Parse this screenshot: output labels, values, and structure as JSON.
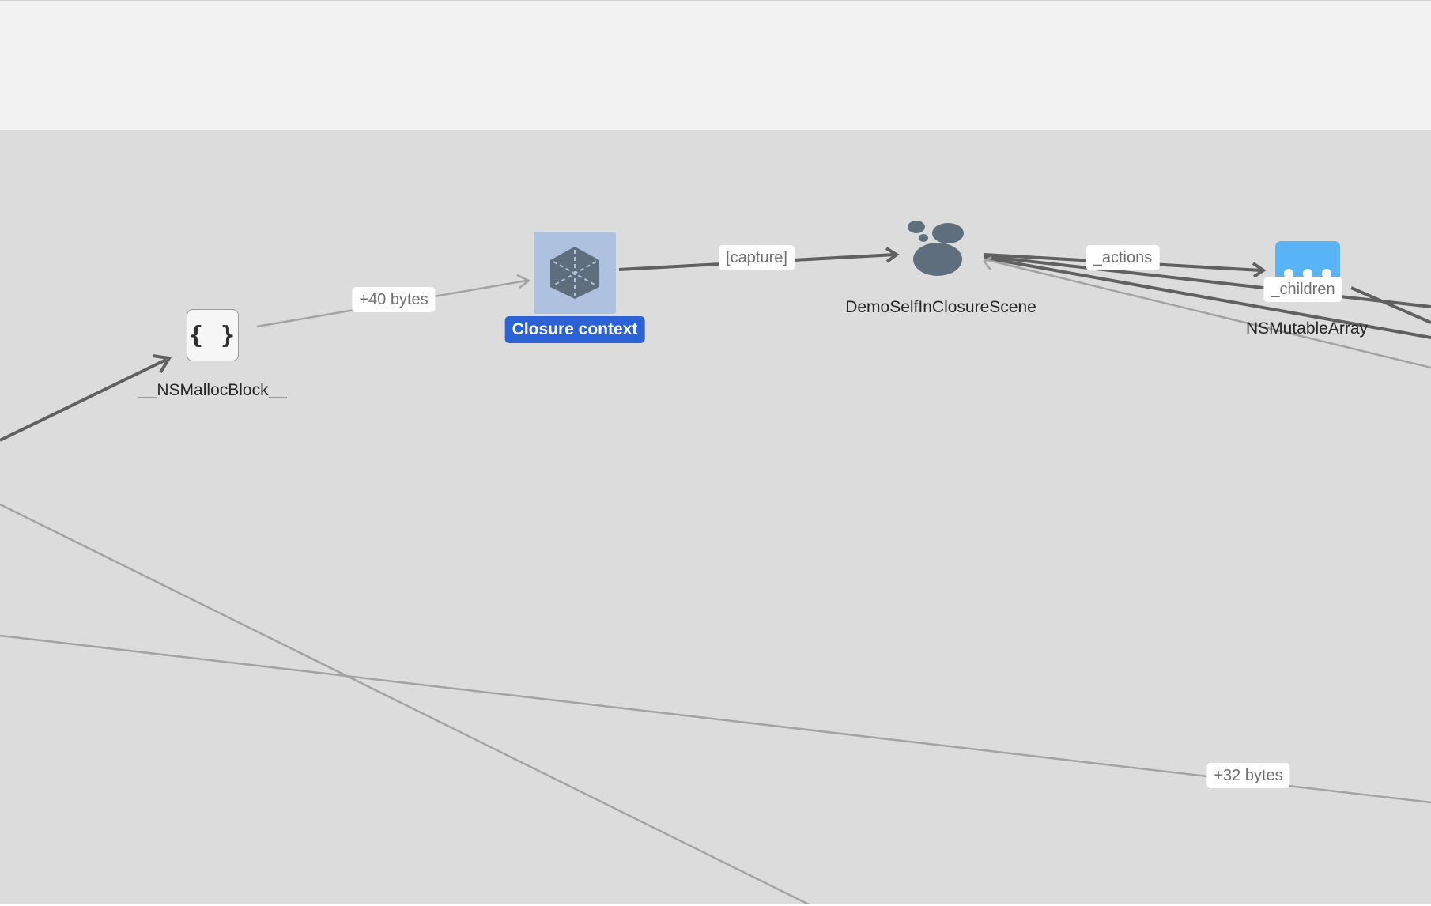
{
  "graph": {
    "nodes": {
      "block": {
        "caption": "__NSMallocBlock__",
        "icon": "curly-braces-icon",
        "glyph": "{ }"
      },
      "closure": {
        "caption": "Closure context",
        "icon": "cube-icon",
        "selected": true
      },
      "scene": {
        "caption": "DemoSelfInClosureScene",
        "icon": "paw-icon"
      },
      "array": {
        "caption": "NSMutableArray",
        "icon": "ellipsis-icon"
      }
    },
    "edge_labels": {
      "block_to_closure": "+40 bytes",
      "closure_to_scene": "[capture]",
      "scene_actions": "_actions",
      "scene_children": "_children",
      "lower_edge": "+32 bytes"
    }
  },
  "colors": {
    "canvas": "#dcdcdc",
    "toolbar": "#f2f2f2",
    "selection": "#2b63d6",
    "edge_strong": "#606060",
    "edge_weak": "#a3a3a3",
    "array_node": "#58b4f6",
    "closure_node": "#aec1df",
    "scene_icon": "#5e6e7c"
  }
}
